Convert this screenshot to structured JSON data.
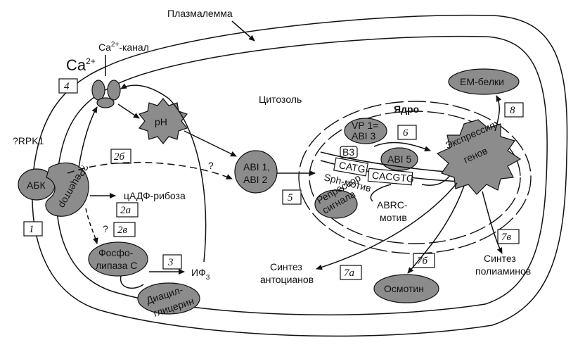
{
  "labels": {
    "plasmalemma": "Плазмалемма",
    "ca_channel_prefix": "Ca",
    "ca_channel_sup": "2+",
    "ca_channel_suffix": "-канал",
    "ca_ion": "Ca",
    "ca_ion_sup": "2+",
    "cytosol": "Цитозоль",
    "nucleus": "Ядро",
    "rpk1": "?RPK1",
    "abk": "АБК",
    "receptor": "?Рецептор",
    "cadp": "цАДФ-рибоза",
    "ph": "pH",
    "abi12_line1": "ABI 1,",
    "abi12_line2": "ABI 2",
    "vp1_line1": "VP 1=",
    "vp1_line2": "ABI 3",
    "b3": "B3",
    "abi5": "ABI 5",
    "catg": "CATG",
    "cacgtg": "CACGTG",
    "sph_motif": "Sph-мотив",
    "question_small": "?",
    "repressor_line1": "Репрессор",
    "repressor_line2": "сигнала",
    "abrc_line1": "ABRC-",
    "abrc_line2": "мотив",
    "expression_line1": "Экспрессия",
    "expression_line2": "генов",
    "em_proteins": "ЕМ-белки",
    "phospholipase_line1": "Фосфо-",
    "phospholipase_line2": "липаза С",
    "ip3_prefix": "ИФ",
    "ip3_sub": "3",
    "diacylglycerol_line1": "Диацил-",
    "diacylglycerol_line2": "глицерин",
    "anthocyanin_line1": "Синтез",
    "anthocyanin_line2": "антоцианов",
    "osmotin": "Осмотин",
    "polyamine_line1": "Синтез",
    "polyamine_line2": "полиаминов",
    "question_mark": "?"
  },
  "steps": {
    "s1": "1",
    "s2a": "2а",
    "s2b": "2б",
    "s2v": "2в",
    "s3": "3",
    "s4": "4",
    "s5": "5",
    "s6": "6",
    "s7a": "7а",
    "s7b": "7б",
    "s7v": "7в",
    "s8": "8"
  }
}
